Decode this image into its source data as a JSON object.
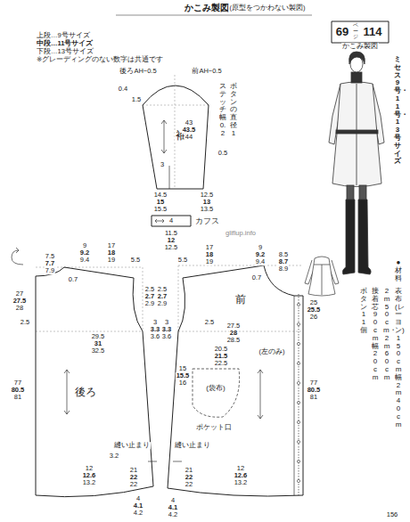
{
  "diagram": {
    "nodes": [
      {
        "text": [
          "69",
          "ページ",
          "114"
        ]
      },
      {
        "text": [
          "袖"
        ]
      },
      {
        "text": [
          "カフス"
        ]
      },
      {
        "text": [
          "後ろ"
        ]
      },
      {
        "text": [
          "前"
        ]
      },
      {
        "text": [
          "(袋布)"
        ],
        "in": 4
      }
    ],
    "labels": [
      "かこみ製図",
      "(原型をつかわない製図)",
      "かこみ製図",
      "上段…9号サイズ",
      "中段…11号サイズ",
      "下段…13号サイズ",
      "※グレーディングのない数字は共通です",
      "ミセス9号・11号・13号サイズ",
      "後ろAH−0.5",
      "前AH−0.5",
      "0.4",
      "1.5",
      "43",
      "43.5",
      "44",
      "3",
      "14.5",
      "15",
      "15.5",
      "12.5",
      "13",
      "13.5",
      "ボタンの直径1",
      "ステッチ幅0.2",
      "0.5",
      "4",
      "11.5",
      "12",
      "12.5",
      "9",
      "9.2",
      "9.4",
      "17",
      "18",
      "19",
      "7.5",
      "7.7",
      "7.9",
      "0.7",
      "5.5",
      "27",
      "27.5",
      "28",
      "2.5",
      "2.7",
      "2.9",
      "3",
      "3.3",
      "3.6",
      "29.5",
      "31",
      "32.5",
      "2.5",
      "77",
      "80.5",
      "81",
      "縫い止まり",
      "3.2",
      "12",
      "12.6",
      "13.2",
      "21",
      "22",
      "22",
      "4",
      "4.1",
      "4.2",
      "17",
      "18",
      "19",
      "9",
      "9.2",
      "9.4",
      "8.5",
      "8.7",
      "8.9",
      "5.5",
      "0.7",
      "25",
      "25.5",
      "26",
      "2.5",
      "2.7",
      "2.9",
      "3",
      "3.3",
      "3.6",
      "2.5",
      "27.5",
      "28",
      "28.5",
      "20.5",
      "21.5",
      "22.5",
      "(左のみ)",
      "15",
      "15.5",
      "16",
      "ポケット口",
      "77",
      "80.5",
      "81",
      "縫い止まり",
      "21",
      "22",
      "22",
      "12",
      "12.6",
      "13.2",
      "4",
      "4.1",
      "4.2",
      "●材料",
      "表布(レーヨン)150cm幅2m40cm",
      "2m50cm・2m60cm",
      "接着芯90cm幅20cm",
      "ボタン11個",
      "gliflup.info",
      "156"
    ]
  }
}
